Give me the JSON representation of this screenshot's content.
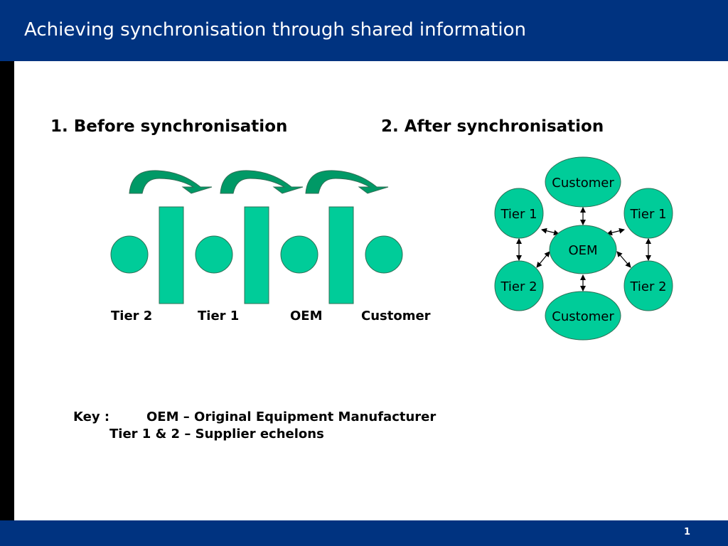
{
  "slide": {
    "title": "Achieving synchronisation through shared information",
    "page_number": "1"
  },
  "before": {
    "heading": "1.  Before synchronisation",
    "labels": [
      "Tier 2",
      "Tier 1",
      "OEM",
      "Customer"
    ]
  },
  "after": {
    "heading": "2.  After synchronisation",
    "nodes": {
      "customer_top": "Customer",
      "tier1_left": "Tier 1",
      "tier1_right": "Tier 1",
      "oem": "OEM",
      "tier2_left": "Tier 2",
      "tier2_right": "Tier 2",
      "customer_bottom": "Customer"
    }
  },
  "key": {
    "label": "Key :",
    "line1": "OEM – Original Equipment Manufacturer",
    "line2": "Tier 1 & 2 – Supplier echelons"
  },
  "colors": {
    "header": "#003380",
    "node_fill": "#00CC99",
    "arrow_fill": "#009966"
  }
}
